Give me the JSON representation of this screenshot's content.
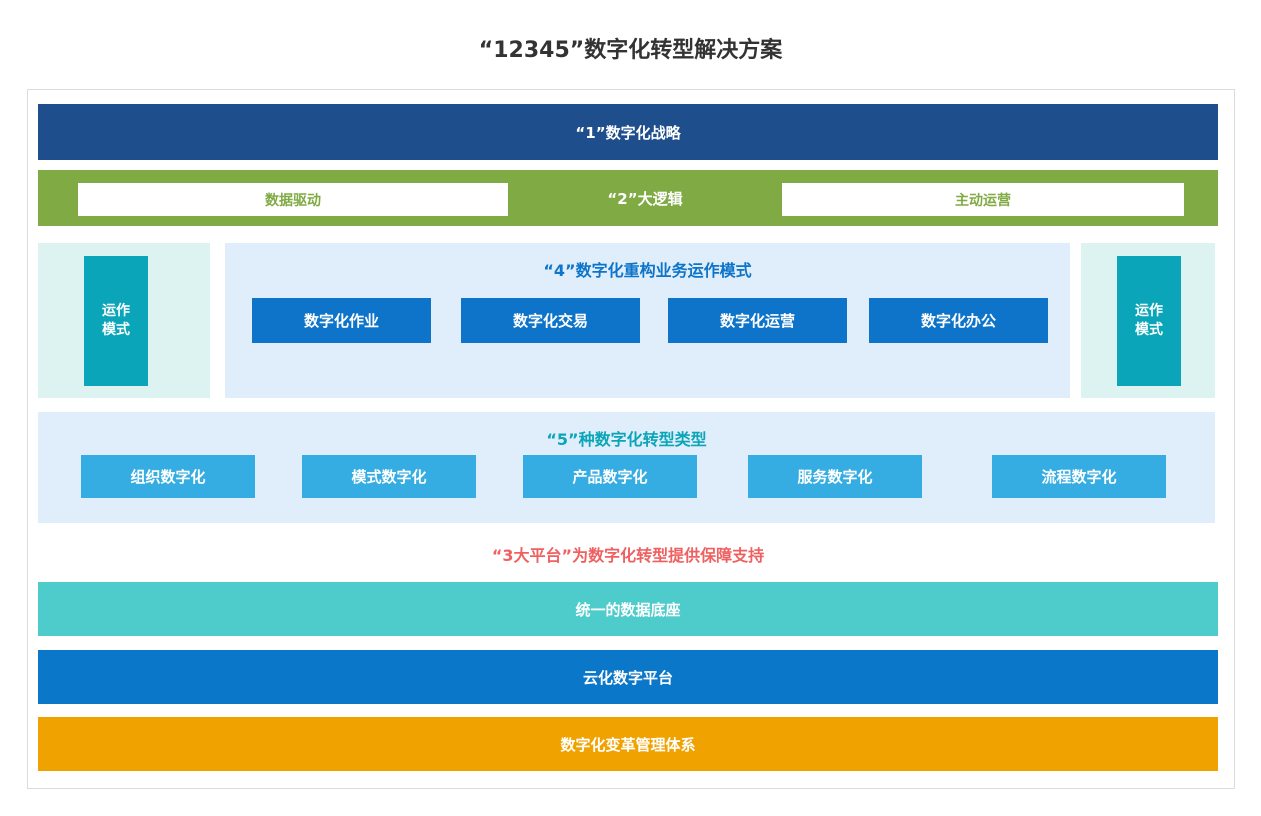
{
  "title": "“12345”数字化转型解决方案",
  "strategy": {
    "label": "“1”数字化战略"
  },
  "logic": {
    "label": "“2”大逻辑",
    "left": "数据驱动",
    "right": "主动运营"
  },
  "side": {
    "left_label": "运作\n模式",
    "right_label": "运作\n模式"
  },
  "modes": {
    "title": "“4”数字化重构业务运作模式",
    "items": [
      "数字化作业",
      "数字化交易",
      "数字化运营",
      "数字化办公"
    ]
  },
  "types": {
    "title": "“5”种数字化转型类型",
    "items": [
      "组织数字化",
      "模式数字化",
      "产品数字化",
      "服务数字化",
      "流程数字化"
    ]
  },
  "support": {
    "label": "“3大平台”为数字化转型提供保障支持"
  },
  "platforms": [
    "统一的数据底座",
    "云化数字平台",
    "数字化变革管理体系"
  ],
  "colors": {
    "strategy": "#1f4e8c",
    "logic": "#80aa44",
    "ops_box": "#0aa5b8",
    "modes_box": "#0d74c9",
    "types_box": "#36ade2",
    "support_text": "#ef6060",
    "data_base": "#4ecbcb",
    "cloud_platform": "#0a77c8",
    "management": "#f0a200"
  }
}
